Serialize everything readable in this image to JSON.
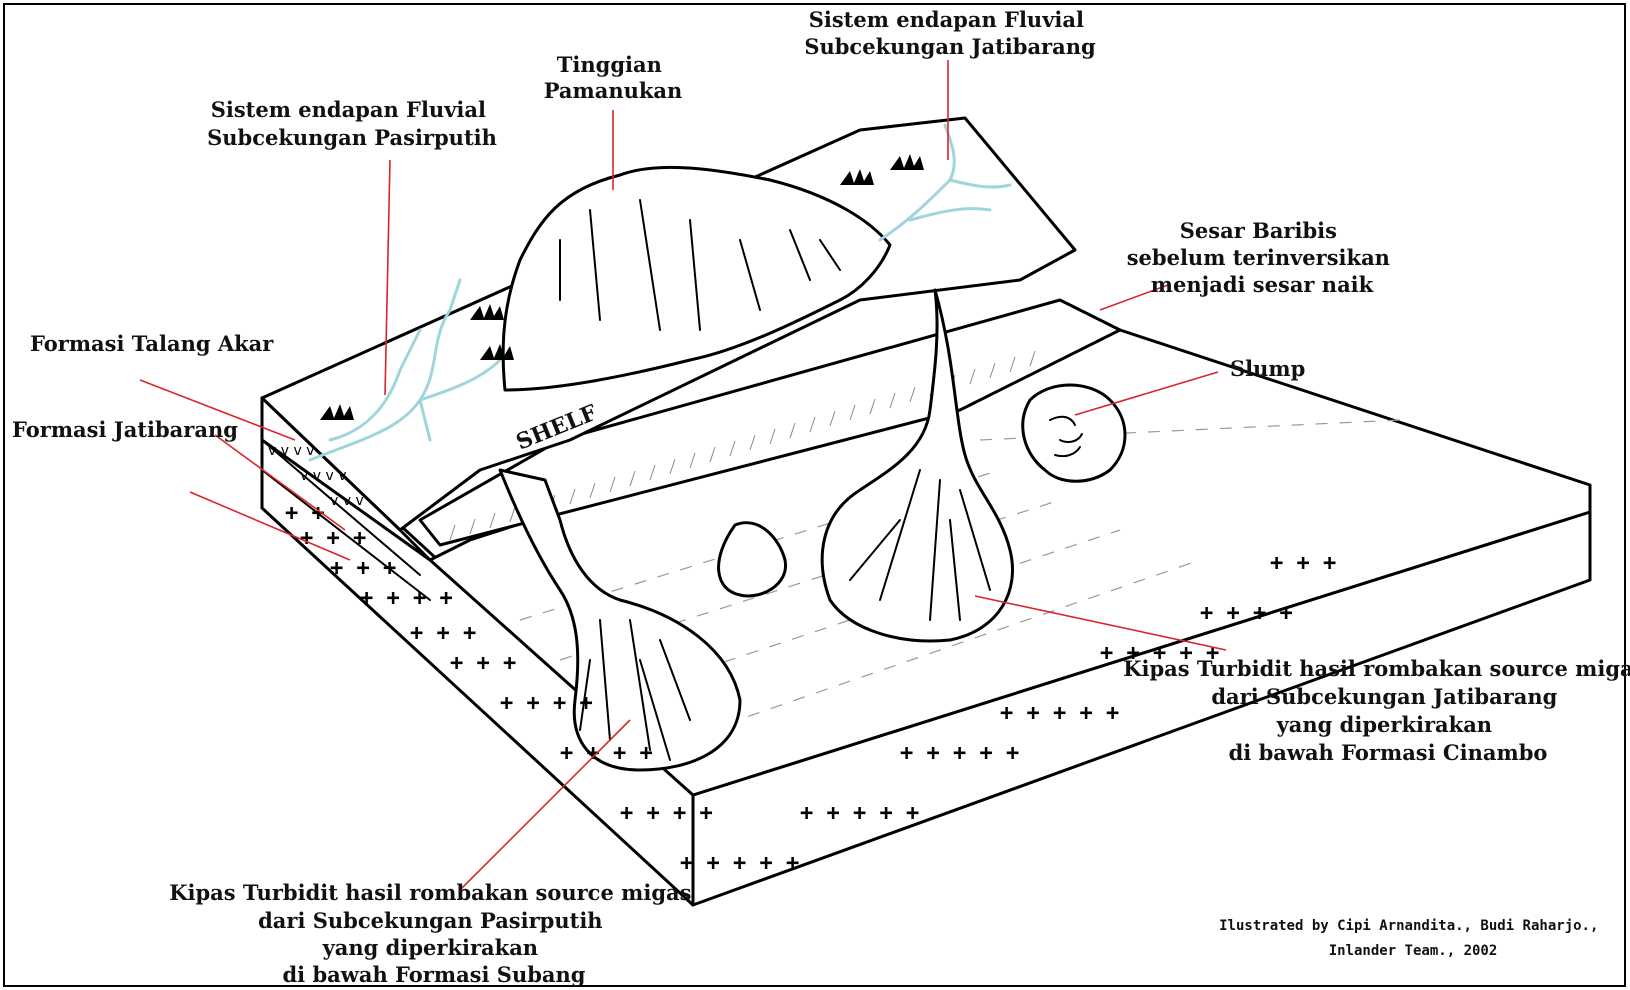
{
  "labels": {
    "fluvial_jatibarang": [
      "Sistem endapan Fluvial",
      "Subcekungan Jatibarang"
    ],
    "tinggian": [
      "Tinggian",
      "Pamanukan"
    ],
    "fluvial_pasirputih": [
      "Sistem endapan Fluvial",
      "Subcekungan Pasirputih"
    ],
    "sesar_baribis": [
      "Sesar Baribis",
      "sebelum terinversikan",
      "menjadi sesar naik"
    ],
    "talang_akar": "Formasi Talang Akar",
    "jatibarang": "Formasi Jatibarang",
    "slump": "Slump",
    "shelf": "SHELF",
    "kipas_jatibarang": [
      "Kipas Turbidit hasil rombakan source migas",
      "dari Subcekungan Jatibarang",
      "yang diperkirakan",
      "di bawah Formasi Cinambo"
    ],
    "kipas_pasirputih": [
      "Kipas Turbidit hasil rombakan source migas",
      "dari Subcekungan Pasirputih",
      "yang diperkirakan",
      "di bawah Formasi Subang"
    ]
  },
  "credit": [
    "Ilustrated by Cipi Arnandita., Budi Raharjo.,",
    "Inlander Team.,  2002"
  ],
  "colors": {
    "river": "#9ed6dc",
    "leader": "#d9262c",
    "outline": "#000000"
  }
}
